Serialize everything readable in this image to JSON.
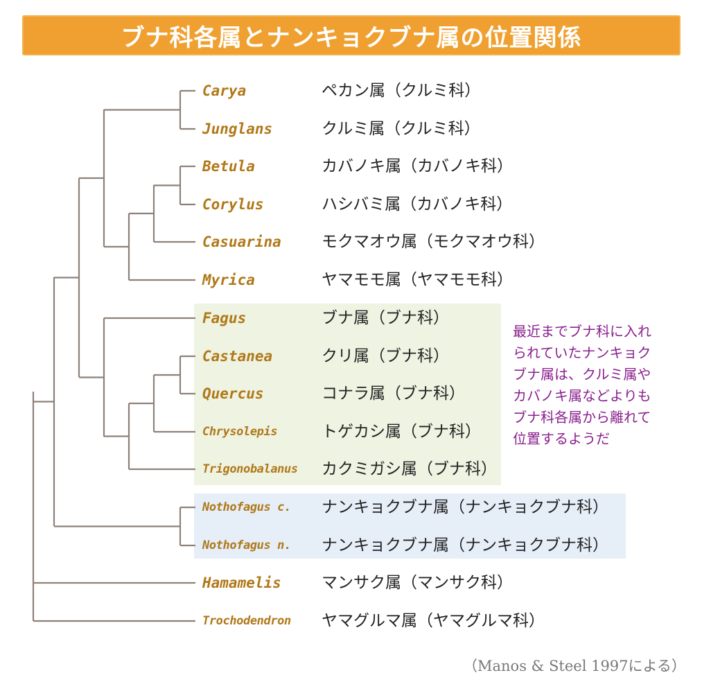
{
  "title": "ブナ科各属とナンキョクブナ属の位置関係",
  "taxa": [
    {
      "latin": "Carya",
      "japanese": "ペカン属（クルミ科）"
    },
    {
      "latin": "Junglans",
      "japanese": "クルミ属（クルミ科）"
    },
    {
      "latin": "Betula",
      "japanese": "カバノキ属（カバノキ科）"
    },
    {
      "latin": "Corylus",
      "japanese": "ハシバミ属（カバノキ科）"
    },
    {
      "latin": "Casuarina",
      "japanese": "モクマオウ属（モクマオウ科）"
    },
    {
      "latin": "Myrica",
      "japanese": "ヤマモモ属（ヤマモモ科）"
    },
    {
      "latin": "Fagus",
      "japanese": "ブナ属（ブナ科）"
    },
    {
      "latin": "Castanea",
      "japanese": "クリ属（ブナ科）"
    },
    {
      "latin": "Quercus",
      "japanese": "コナラ属（ブナ科）"
    },
    {
      "latin": "Chrysolepis",
      "japanese": "トゲカシ属（ブナ科）"
    },
    {
      "latin": "Trigonobalanus",
      "japanese": "カクミガシ属（ブナ科）"
    },
    {
      "latin": "Nothofagus c.",
      "japanese": "ナンキョクブナ属（ナンキョクブナ科）"
    },
    {
      "latin": "Nothofagus n.",
      "japanese": "ナンキョクブナ属（ナンキョクブナ科）"
    },
    {
      "latin": "Hamamelis",
      "japanese": "マンサク属（マンサク科）"
    },
    {
      "latin": "Trochodendron",
      "japanese": "ヤマグルマ属（ヤマグルマ科）"
    }
  ],
  "note": [
    "最近までブナ科に入れ",
    "られていたナンキョク",
    "ブナ属は、クルミ属や",
    "カバノキ属などよりも",
    "ブナ科各属から離れて",
    "位置するようだ"
  ],
  "source": "（Manos & Steel 1997による）",
  "colors": {
    "banner": "#f0a030",
    "latin": "#b07818",
    "note": "#8a1f8e",
    "fagaceae_box": "#eef3e2",
    "nothofagus_box": "#e6eef8",
    "branch": "#8e8079"
  }
}
